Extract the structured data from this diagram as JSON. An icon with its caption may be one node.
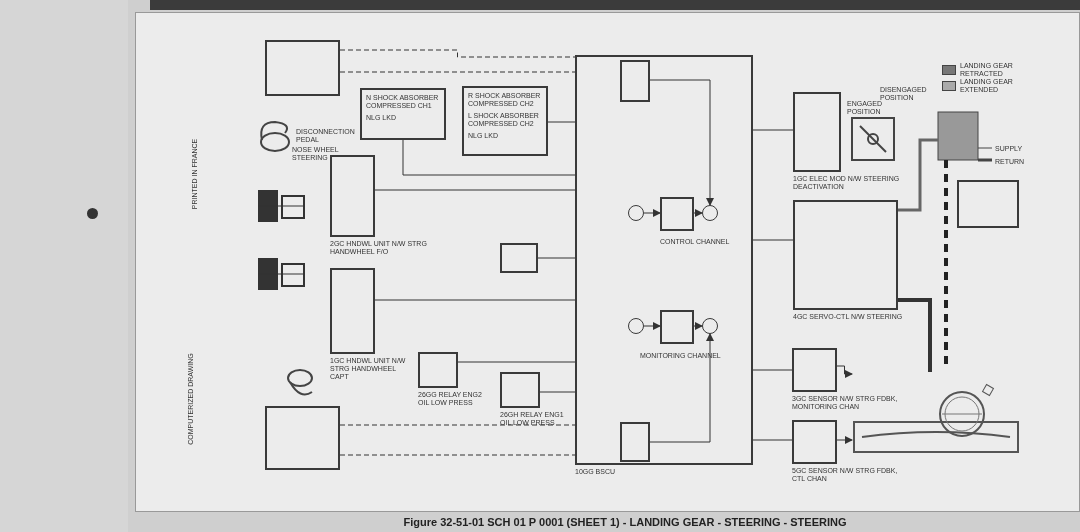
{
  "diagram": {
    "caption": "Figure 32-51-01 SCH 01 P 0001 (SHEET 1) - LANDING GEAR - STEERING - STEERING",
    "nodes": [
      {
        "text": [],
        "shape": "box"
      },
      {
        "text": [
          "N SHOCK ABSORBER COMPRESSED CH1",
          "NLG LKD"
        ]
      },
      {
        "text": [
          "R SHOCK ABSORBER COMPRESSED CH2",
          "L SHOCK ABSORBER COMPRESSED CH2",
          "NLG LKD"
        ]
      },
      {
        "text": [],
        "shape": "box",
        "beside": [
          "2GC HNDWL UNIT N/W STRG HANDWHEEL F/O"
        ]
      },
      {
        "text": [],
        "shape": "box",
        "beside": [
          "1GC HNDWL UNIT N/W STRG HANDWHEEL CAPT"
        ]
      },
      {
        "text": [],
        "shape": "box",
        "beside": [
          "26GG RELAY ENG2 OIL LOW PRESS"
        ]
      },
      {
        "text": [],
        "shape": "box",
        "beside": [
          "26GH RELAY ENG1 OIL LOW PRESS"
        ]
      },
      {
        "text": [],
        "shape": "box"
      },
      {
        "text": [],
        "shape": "box"
      },
      {
        "text": [],
        "shape": "box",
        "beside": [
          "10GG BSCU"
        ]
      },
      {
        "text": [],
        "shape": "box",
        "in": 9
      },
      {
        "text": [],
        "shape": "circle",
        "in": 9
      },
      {
        "text": [],
        "shape": "box",
        "in": 9
      },
      {
        "text": [],
        "shape": "circle",
        "in": 9
      },
      {
        "text": [],
        "shape": "circle",
        "in": 9
      },
      {
        "text": [],
        "shape": "box",
        "in": 9
      },
      {
        "text": [],
        "shape": "circle",
        "in": 9
      },
      {
        "text": [],
        "shape": "box",
        "in": 9
      },
      {
        "text": [],
        "shape": "box",
        "beside": [
          "1GC ELEC MOD N/W STEERING DEACTIVATION"
        ]
      },
      {
        "text": [],
        "shape": "box",
        "beside": [
          "4GC SERVO-CTL N/W STEERING"
        ]
      },
      {
        "text": [],
        "shape": "box",
        "beside": [
          "3GC SENSOR N/W STRG FDBK, MONITORING CHAN"
        ]
      },
      {
        "text": [],
        "shape": "box",
        "beside": [
          "5GC SENSOR N/W STRG FDBK, CTL CHAN"
        ]
      },
      {
        "text": [],
        "shape": "box"
      },
      {
        "text": [],
        "shape": "picture"
      }
    ],
    "edges": [
      {
        "from": 0,
        "to": 9,
        "arrow": "none",
        "style": "dashed"
      },
      {
        "from": 0,
        "to": 9,
        "arrow": "none",
        "style": "dashed"
      },
      {
        "from": 8,
        "to": 9,
        "arrow": "none",
        "style": "dashed"
      },
      {
        "from": 8,
        "to": 9,
        "arrow": "none",
        "style": "dashed"
      },
      {
        "from": 1,
        "to": 9,
        "arrow": "none"
      },
      {
        "from": 2,
        "to": 9,
        "arrow": "none"
      },
      {
        "from": 3,
        "to": 9,
        "arrow": "none"
      },
      {
        "from": 4,
        "to": 9,
        "arrow": "none"
      },
      {
        "from": 5,
        "to": 9,
        "arrow": "none"
      },
      {
        "from": 6,
        "to": 9,
        "arrow": "none"
      },
      {
        "from": 10,
        "to": 13,
        "arrow": "to"
      },
      {
        "from": 11,
        "to": 12,
        "arrow": "to"
      },
      {
        "from": 12,
        "to": 13,
        "arrow": "to"
      },
      {
        "from": 14,
        "to": 15,
        "arrow": "to"
      },
      {
        "from": 15,
        "to": 16,
        "arrow": "to"
      },
      {
        "from": 17,
        "to": 16,
        "arrow": "to"
      },
      {
        "from": 9,
        "to": 18,
        "arrow": "none"
      },
      {
        "from": 9,
        "to": 19,
        "arrow": "none"
      },
      {
        "from": 9,
        "to": 20,
        "arrow": "none"
      },
      {
        "from": 9,
        "to": 21,
        "arrow": "none"
      },
      {
        "from": 20,
        "to": 23,
        "arrow": "to"
      },
      {
        "from": 21,
        "to": 23,
        "arrow": "to"
      },
      {
        "from": 19,
        "to": 23,
        "arrow": "none",
        "style": "thick"
      },
      {
        "from": 7,
        "to": 9,
        "arrow": "none"
      }
    ],
    "labels": [
      "PRINTED IN FRANCE",
      "DISCONNECTION PEDAL",
      "NOSE WHEEL STEERING",
      "CONTROL CHANNEL",
      "MONITORING CHANNEL",
      "DISENGAGED POSITION",
      "ENGAGED POSITION",
      "SUPPLY",
      "RETURN",
      "COMPUTERIZED DRAWING"
    ],
    "legend": [
      {
        "text": "LANDING GEAR RETRACTED"
      },
      {
        "text": "LANDING GEAR EXTENDED"
      }
    ]
  }
}
